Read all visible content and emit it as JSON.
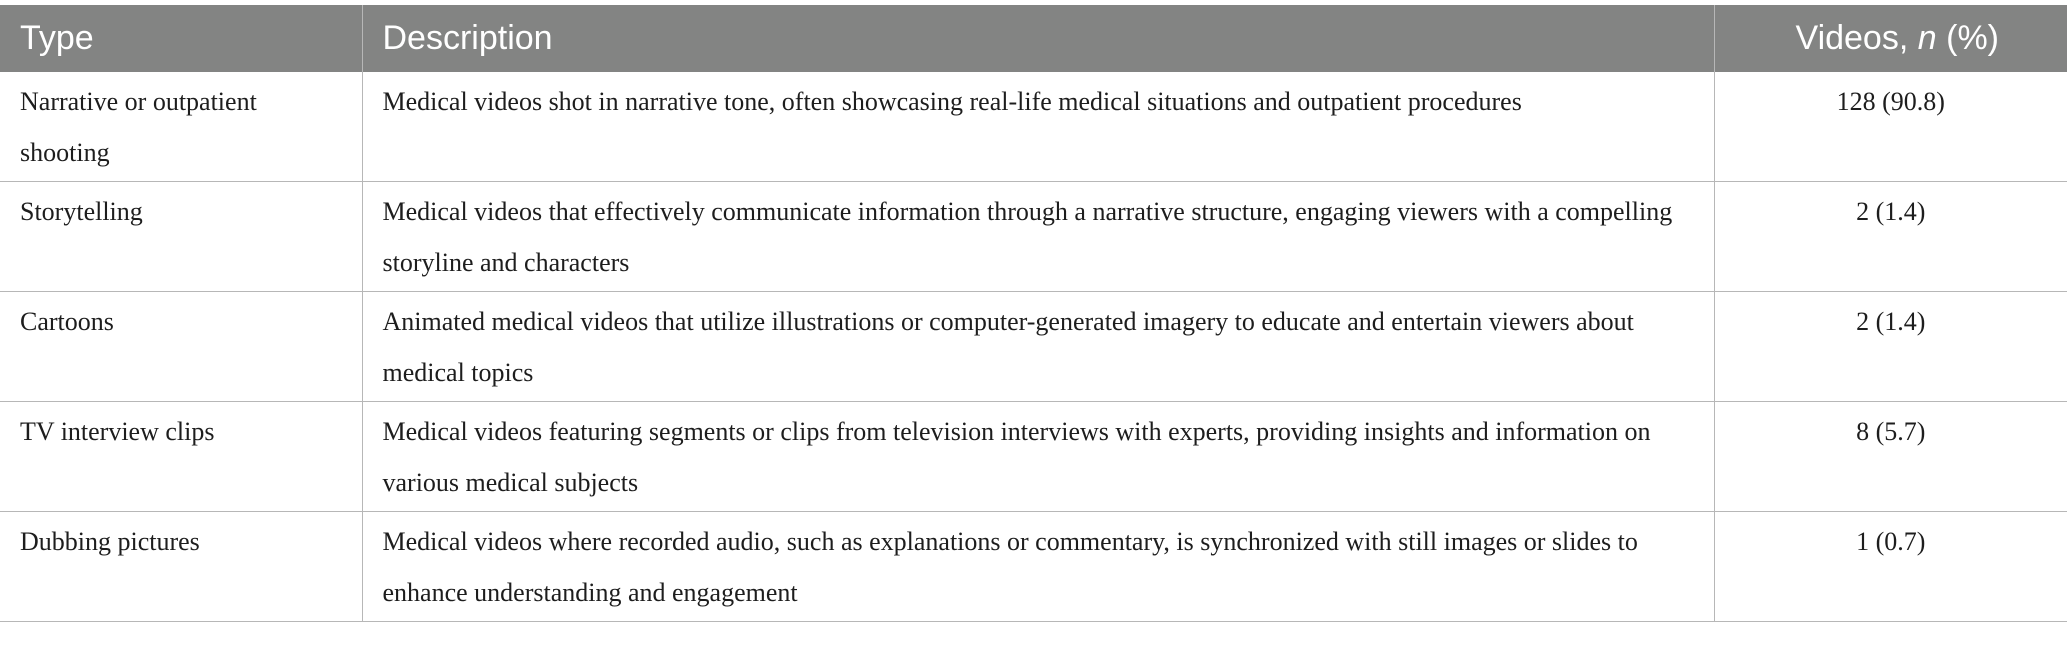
{
  "table": {
    "headers": {
      "type": "Type",
      "description": "Description",
      "videos_prefix": "Videos, ",
      "videos_n": "n",
      "videos_suffix": " (%)"
    },
    "rows": [
      {
        "type": "Narrative or outpatient shooting",
        "description": "Medical videos shot in narrative tone, often showcasing real-life medical situations and outpatient procedures",
        "videos": "128 (90.8)"
      },
      {
        "type": "Storytelling",
        "description": "Medical videos that effectively communicate information through a narrative structure, engaging viewers with a compelling storyline and characters",
        "videos": "2 (1.4)"
      },
      {
        "type": "Cartoons",
        "description": "Animated medical videos that utilize illustrations or computer-generated imagery to educate and entertain viewers about medical topics",
        "videos": "2 (1.4)"
      },
      {
        "type": "TV interview clips",
        "description": "Medical videos featuring segments or clips from television interviews with experts, providing insights and information on various medical subjects",
        "videos": "8 (5.7)"
      },
      {
        "type": "Dubbing pictures",
        "description": "Medical videos where recorded audio, such as explanations or commentary, is synchronized with still images or slides to enhance understanding and engagement",
        "videos": "1 (0.7)"
      }
    ]
  },
  "colors": {
    "header_bg": "#838483",
    "header_text": "#ffffff",
    "grid_line": "#b7b7b7",
    "body_text": "#1d1d1d"
  }
}
